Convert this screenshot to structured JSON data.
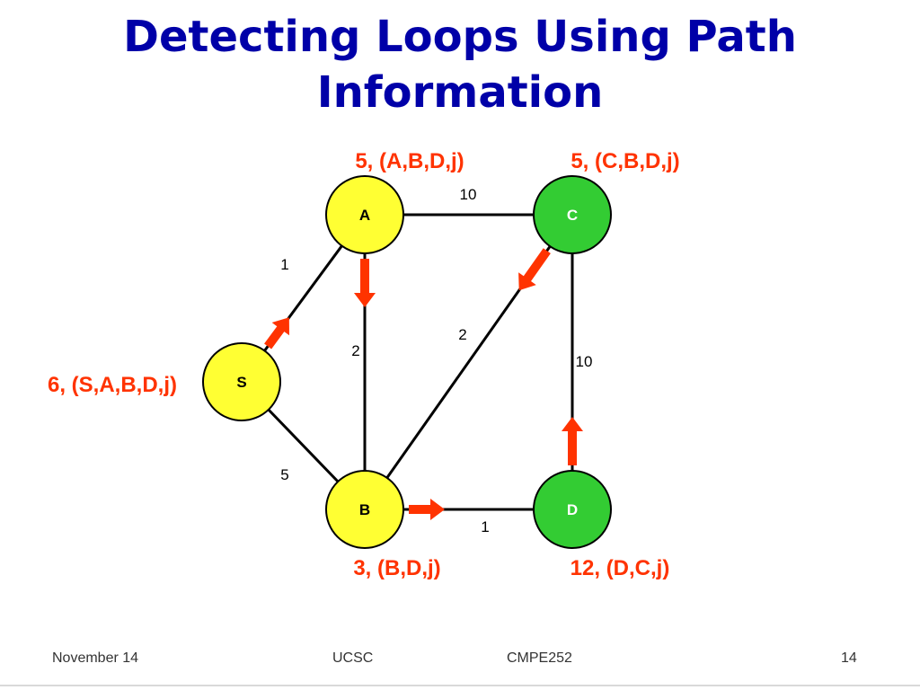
{
  "title": {
    "line1": "Detecting Loops Using Path",
    "line2": "Information"
  },
  "colors": {
    "title": "#0000A8",
    "node_yellow": "#FFFF33",
    "node_green": "#33CC33",
    "label_red": "#FF3300",
    "arrow": "#FF3300",
    "edge": "#000000"
  },
  "nodes": [
    {
      "id": "S",
      "label": "S",
      "color": "yellow",
      "path_label": "6, (S,A,B,D,j)"
    },
    {
      "id": "A",
      "label": "A",
      "color": "yellow",
      "path_label": "5, (A,B,D,j)"
    },
    {
      "id": "B",
      "label": "B",
      "color": "yellow",
      "path_label": "3, (B,D,j)"
    },
    {
      "id": "C",
      "label": "C",
      "color": "green",
      "path_label": "5, (C,B,D,j)"
    },
    {
      "id": "D",
      "label": "D",
      "color": "green",
      "path_label": "12, (D,C,j)"
    }
  ],
  "edges": [
    {
      "from": "S",
      "to": "A",
      "weight": "1"
    },
    {
      "from": "S",
      "to": "B",
      "weight": "5"
    },
    {
      "from": "A",
      "to": "B",
      "weight": "2"
    },
    {
      "from": "A",
      "to": "C",
      "weight": "10"
    },
    {
      "from": "B",
      "to": "C",
      "weight": "2"
    },
    {
      "from": "B",
      "to": "D",
      "weight": "1"
    },
    {
      "from": "C",
      "to": "D",
      "weight": "10"
    }
  ],
  "next_hop_arrows": [
    {
      "from": "S",
      "to": "A"
    },
    {
      "from": "A",
      "to": "B"
    },
    {
      "from": "B",
      "to": "D"
    },
    {
      "from": "C",
      "to": "B"
    },
    {
      "from": "D",
      "to": "C"
    }
  ],
  "footer": {
    "date": "November 14",
    "org": "UCSC",
    "course": "CMPE252",
    "page": "14"
  }
}
